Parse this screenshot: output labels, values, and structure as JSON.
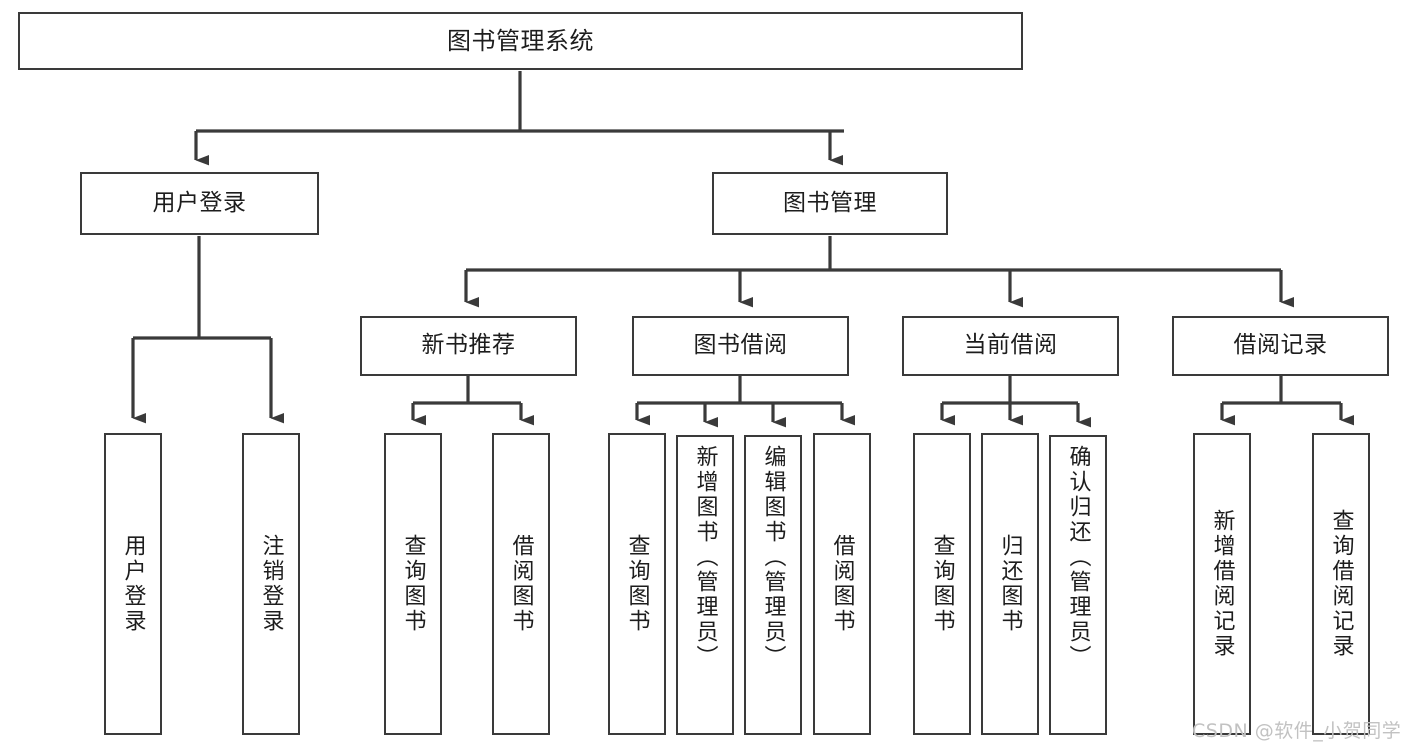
{
  "diagram": {
    "title": "图书管理系统",
    "type": "tree-hierarchy",
    "root": {
      "label": "图书管理系统"
    },
    "level2": [
      {
        "label": "用户登录"
      },
      {
        "label": "图书管理"
      }
    ],
    "level3": [
      {
        "label": "新书推荐"
      },
      {
        "label": "图书借阅"
      },
      {
        "label": "当前借阅"
      },
      {
        "label": "借阅记录"
      }
    ],
    "leaves": {
      "user_login": [
        {
          "label": "用户登录"
        },
        {
          "label": "注销登录"
        }
      ],
      "new_book_recommend": [
        {
          "label": "查询图书"
        },
        {
          "label": "借阅图书"
        }
      ],
      "book_borrow": [
        {
          "label": "查询图书"
        },
        {
          "label": "新增图书（管理员）"
        },
        {
          "label": "编辑图书（管理员）"
        },
        {
          "label": "借阅图书"
        }
      ],
      "current_borrow": [
        {
          "label": "查询图书"
        },
        {
          "label": "归还图书"
        },
        {
          "label": "确认归还（管理员）"
        }
      ],
      "borrow_records": [
        {
          "label": "新增借阅记录"
        },
        {
          "label": "查询借阅记录"
        }
      ]
    }
  },
  "watermark": {
    "text": "CSDN @软件_小贺同学"
  },
  "colors": {
    "stroke": "#3a3a3a",
    "fill": "#ffffff",
    "text": "#1d1d1d",
    "watermark": "#c2c2c2"
  }
}
